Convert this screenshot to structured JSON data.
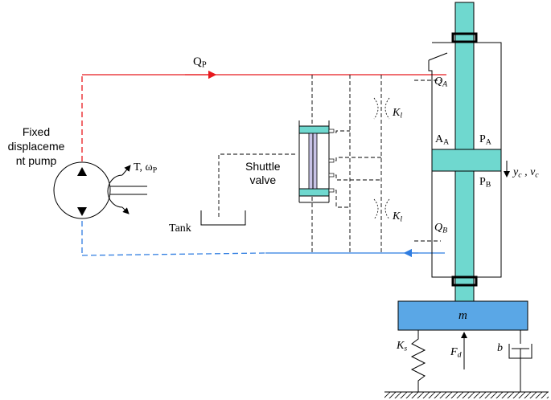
{
  "labels": {
    "pump_line1": "Fixed",
    "pump_line2": "displaceme",
    "pump_line3": "nt pump",
    "torque_T": "T, ω",
    "torque_sub": "P",
    "flow_main": "Q",
    "flow_main_sub": "P",
    "flow_a": "Q",
    "flow_a_sub": "A",
    "flow_b": "Q",
    "flow_b_sub": "B",
    "orifice_top": "K",
    "orifice_top_sub": "l",
    "orifice_bottom": "K",
    "orifice_bottom_sub": "l",
    "shuttle_line1": "Shuttle",
    "shuttle_line2": "valve",
    "tank": "Tank",
    "area_a": "A",
    "area_a_sub": "A",
    "pressure_a": "P",
    "pressure_a_sub": "A",
    "pressure_b": "P",
    "pressure_b_sub": "B",
    "disp_y": "y",
    "disp_y_sub": "c",
    "disp_sep": " ,  ",
    "vel_v": "v",
    "vel_v_sub": "c",
    "mass": "m",
    "spring": "K",
    "spring_sub": "s",
    "force": "F",
    "force_sub": "d",
    "damper": "b"
  },
  "colors": {
    "supply_line": "#e8191e",
    "return_line": "#2f7de1",
    "rod_piston_fill": "#6fd8cf",
    "mass_fill": "#5aa7e6",
    "shuttle_spool_fill": "#c8c3e6"
  }
}
